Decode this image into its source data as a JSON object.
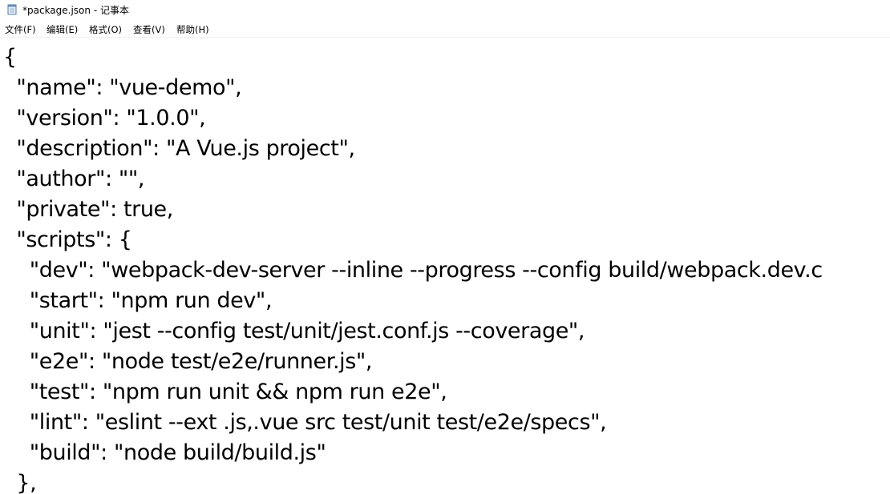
{
  "window": {
    "title": "*package.json - 记事本"
  },
  "menu": {
    "file": "文件(F)",
    "edit": "编辑(E)",
    "format": "格式(O)",
    "view": "查看(V)",
    "help": "帮助(H)"
  },
  "editor": {
    "lines": [
      "{",
      "  \"name\": \"vue-demo\",",
      "  \"version\": \"1.0.0\",",
      "  \"description\": \"A Vue.js project\",",
      "  \"author\": \"\",",
      "  \"private\": true,",
      "  \"scripts\": {",
      "    \"dev\": \"webpack-dev-server --inline --progress --config build/webpack.dev.c",
      "    \"start\": \"npm run dev\",",
      "    \"unit\": \"jest --config test/unit/jest.conf.js --coverage\",",
      "    \"e2e\": \"node test/e2e/runner.js\",",
      "    \"test\": \"npm run unit && npm run e2e\",",
      "    \"lint\": \"eslint --ext .js,.vue src test/unit test/e2e/specs\",",
      "    \"build\": \"node build/build.js\"",
      "  },"
    ]
  }
}
